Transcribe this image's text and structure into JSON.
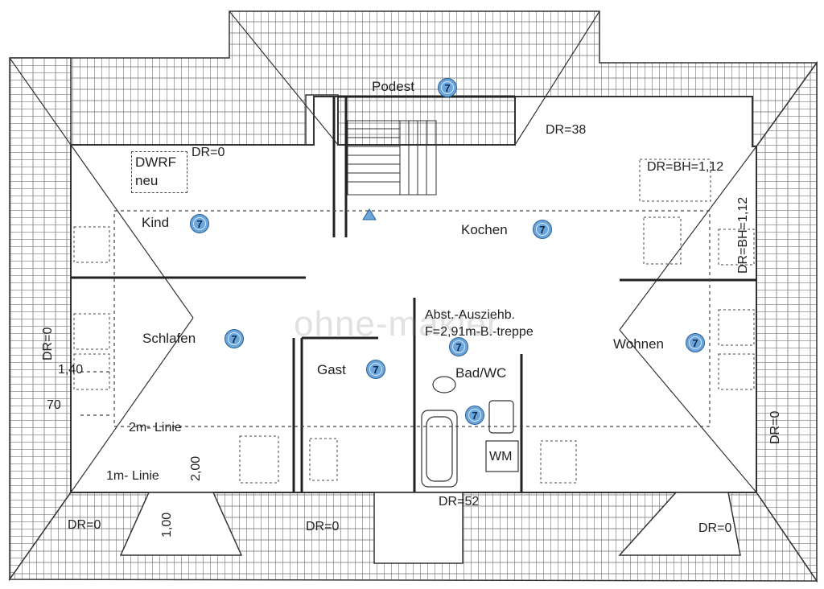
{
  "rooms": [
    {
      "key": "podest",
      "label": "Podest",
      "badge": "7"
    },
    {
      "key": "kind",
      "label": "Kind",
      "badge": "7"
    },
    {
      "key": "kochen",
      "label": "Kochen",
      "badge": "7"
    },
    {
      "key": "schlafen",
      "label": "Schlafen",
      "badge": "7"
    },
    {
      "key": "gast",
      "label": "Gast",
      "badge": "7"
    },
    {
      "key": "wohnen",
      "label": "Wohnen",
      "badge": "7"
    },
    {
      "key": "bad",
      "label": "Bad/WC",
      "badge": "7"
    }
  ],
  "annotations": {
    "dwrf_line1": "DWRF",
    "dwrf_line2": "neu",
    "dr0_top": "DR=0",
    "dr38": "DR=38",
    "drbh_h": "DR=BH=1,12",
    "drbh_v": "DR=BH=1,12",
    "dr0_left": "DR=0",
    "dr0_right": "DR=0",
    "abst_line1": "Abst.-Ausziehb.",
    "abst_line2": "F=2,91m-B.-treppe",
    "dim_140": "1,40",
    "dim_70": "70",
    "line_2m": "2m- Linie",
    "line_1m": "1m- Linie",
    "dim_200": "2,00",
    "dim_100": "1,00",
    "wm_label": "WM",
    "dr52": "DR=52",
    "dr0_bl": "DR=0",
    "dr0_bc": "DR=0",
    "dr0_br": "DR=0"
  },
  "watermark": "ohne-makler",
  "colors": {
    "badge_fill": "#6aa5dc",
    "line": "#333333",
    "hatch": "#555555"
  }
}
